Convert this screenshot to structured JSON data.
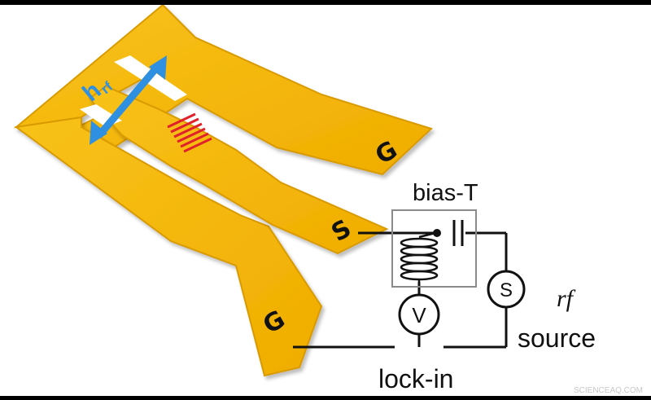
{
  "labels": {
    "ground_top": "G",
    "signal": "S",
    "ground_bottom": "G",
    "bias_t": "bias-T",
    "voltmeter": "V",
    "source_symbol": "S",
    "rf": "rf",
    "source": "source",
    "lock_in": "lock-in",
    "field_h": "h",
    "field_sub": "rf",
    "watermark": "SCIENCEAQ.COM"
  },
  "colors": {
    "gold": "#f5b800",
    "gold_edge": "#d99a00",
    "arrow": "#2f8fe0",
    "sample": "#e0202a",
    "wire": "#111111",
    "bias_box": "#8a8a8a"
  }
}
